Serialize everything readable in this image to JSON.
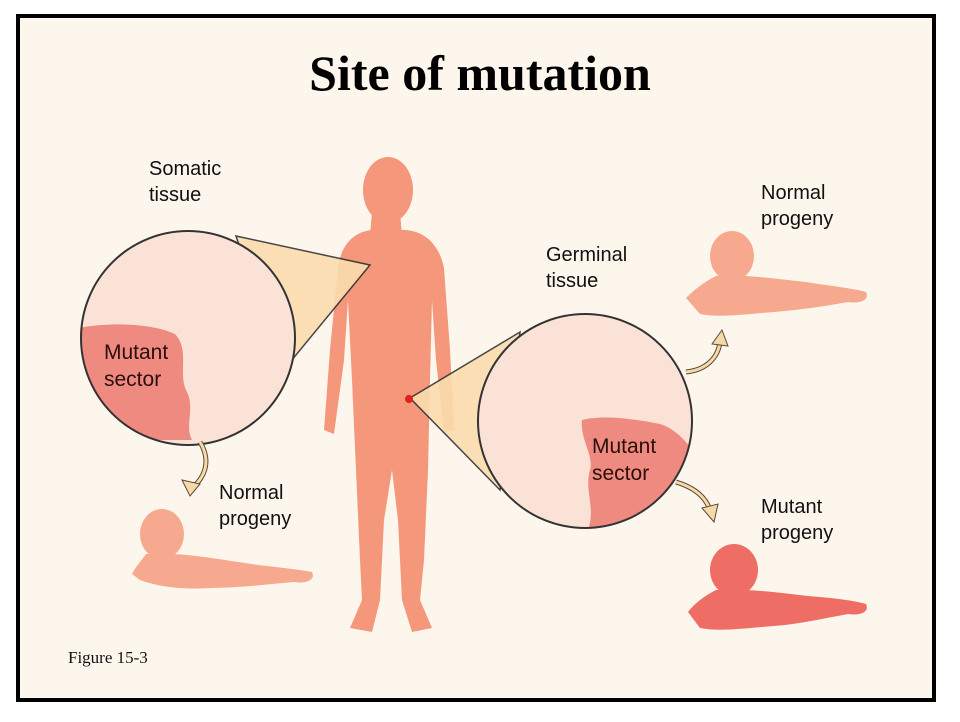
{
  "title": "Site of mutation",
  "somatic": {
    "tissue_label_line1": "Somatic",
    "tissue_label_line2": "tissue",
    "sector_line1": "Mutant",
    "sector_line2": "sector",
    "progeny_line1": "Normal",
    "progeny_line2": "progeny"
  },
  "germinal": {
    "tissue_label_line1": "Germinal",
    "tissue_label_line2": "tissue",
    "sector_line1": "Mutant",
    "sector_line2": "sector",
    "normal_progeny_line1": "Normal",
    "normal_progeny_line2": "progeny",
    "mutant_progeny_line1": "Mutant",
    "mutant_progeny_line2": "progeny"
  },
  "figure_caption": "Figure 15-3",
  "colors": {
    "background": "#fdf6ec",
    "body": "#f4977a",
    "circle_fill": "#fae3d6",
    "mutant_sector": "#ee8a80",
    "normal_baby": "#f6a98e",
    "mutant_baby": "#ee6e66",
    "magnifier_cone": "#fbdcae",
    "arrow": "#f6d9a8"
  }
}
